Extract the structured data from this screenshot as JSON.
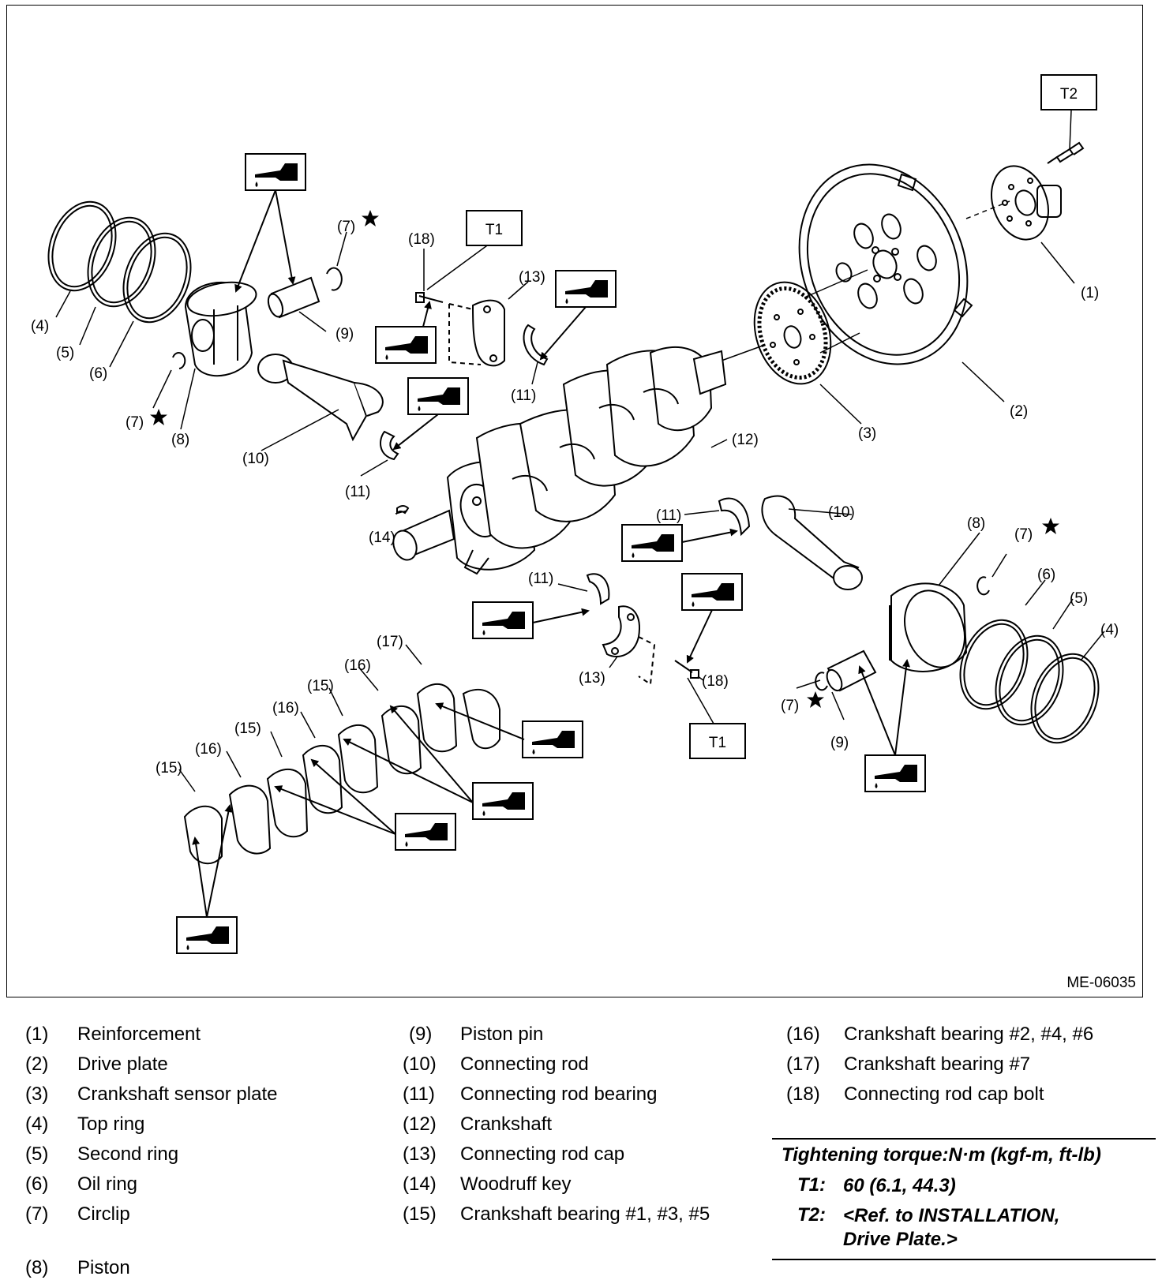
{
  "figure_code": "ME-06035",
  "callouts": {
    "c1": "(1)",
    "c2": "(2)",
    "c3": "(3)",
    "c4": "(4)",
    "c5": "(5)",
    "c6": "(6)",
    "c7": "(7)",
    "c8": "(8)",
    "c9": "(9)",
    "c10": "(10)",
    "c11": "(11)",
    "c12": "(12)",
    "c13": "(13)",
    "c14": "(14)",
    "c15": "(15)",
    "c16": "(16)",
    "c17": "(17)",
    "c18": "(18)",
    "t1": "T1",
    "t2": "T2"
  },
  "icons": {
    "oil": "oil-can-icon",
    "star": "star-icon"
  },
  "legend": [
    {
      "num": "(1)",
      "name": "Reinforcement"
    },
    {
      "num": "(2)",
      "name": "Drive plate"
    },
    {
      "num": "(3)",
      "name": "Crankshaft sensor plate"
    },
    {
      "num": "(4)",
      "name": "Top ring"
    },
    {
      "num": "(5)",
      "name": "Second ring"
    },
    {
      "num": "(6)",
      "name": "Oil ring"
    },
    {
      "num": "(7)",
      "name": "Circlip"
    },
    {
      "num": "(8)",
      "name": "Piston"
    },
    {
      "num": "(9)",
      "name": "Piston pin"
    },
    {
      "num": "(10)",
      "name": "Connecting rod"
    },
    {
      "num": "(11)",
      "name": "Connecting rod bearing"
    },
    {
      "num": "(12)",
      "name": "Crankshaft"
    },
    {
      "num": "(13)",
      "name": "Connecting rod cap"
    },
    {
      "num": "(14)",
      "name": "Woodruff key"
    },
    {
      "num": "(15)",
      "name": "Crankshaft bearing #1, #3, #5"
    },
    {
      "num": "(16)",
      "name": "Crankshaft bearing #2, #4, #6"
    },
    {
      "num": "(17)",
      "name": "Crankshaft bearing #7"
    },
    {
      "num": "(18)",
      "name": "Connecting rod cap bolt"
    }
  ],
  "torque": {
    "title": "Tightening torque:N·m (kgf-m, ft-lb)",
    "rows": [
      {
        "key": "T1:",
        "value": "60 (6.1, 44.3)"
      },
      {
        "key": "T2:",
        "value": "<Ref. to INSTALLATION, Drive Plate.>"
      }
    ]
  }
}
